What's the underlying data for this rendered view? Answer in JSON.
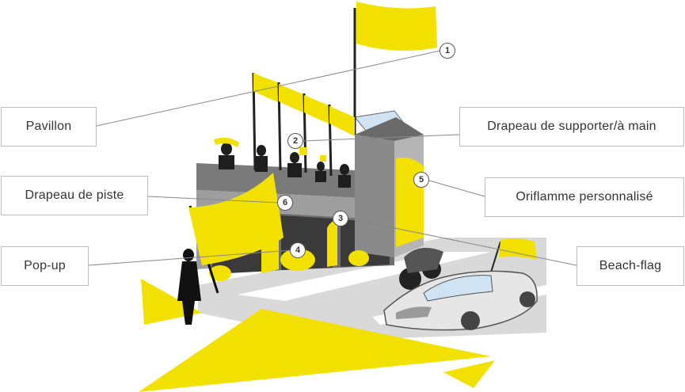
{
  "labels": {
    "pavillon": "Pavillon",
    "supporter": "Drapeau de supporter/à main",
    "piste": "Drapeau de piste",
    "oriflamme": "Oriflamme personnalisé",
    "popup": "Pop-up",
    "beach": "Beach-flag"
  },
  "markers": {
    "m1": "1",
    "m2": "2",
    "m3": "3",
    "m4": "4",
    "m5": "5",
    "m6": "6"
  },
  "colors": {
    "flag_yellow": "#f2e100",
    "building_gray": "#8f8f8f",
    "dark_gray": "#3a3a3a",
    "road_gray": "#c4c4c4"
  }
}
